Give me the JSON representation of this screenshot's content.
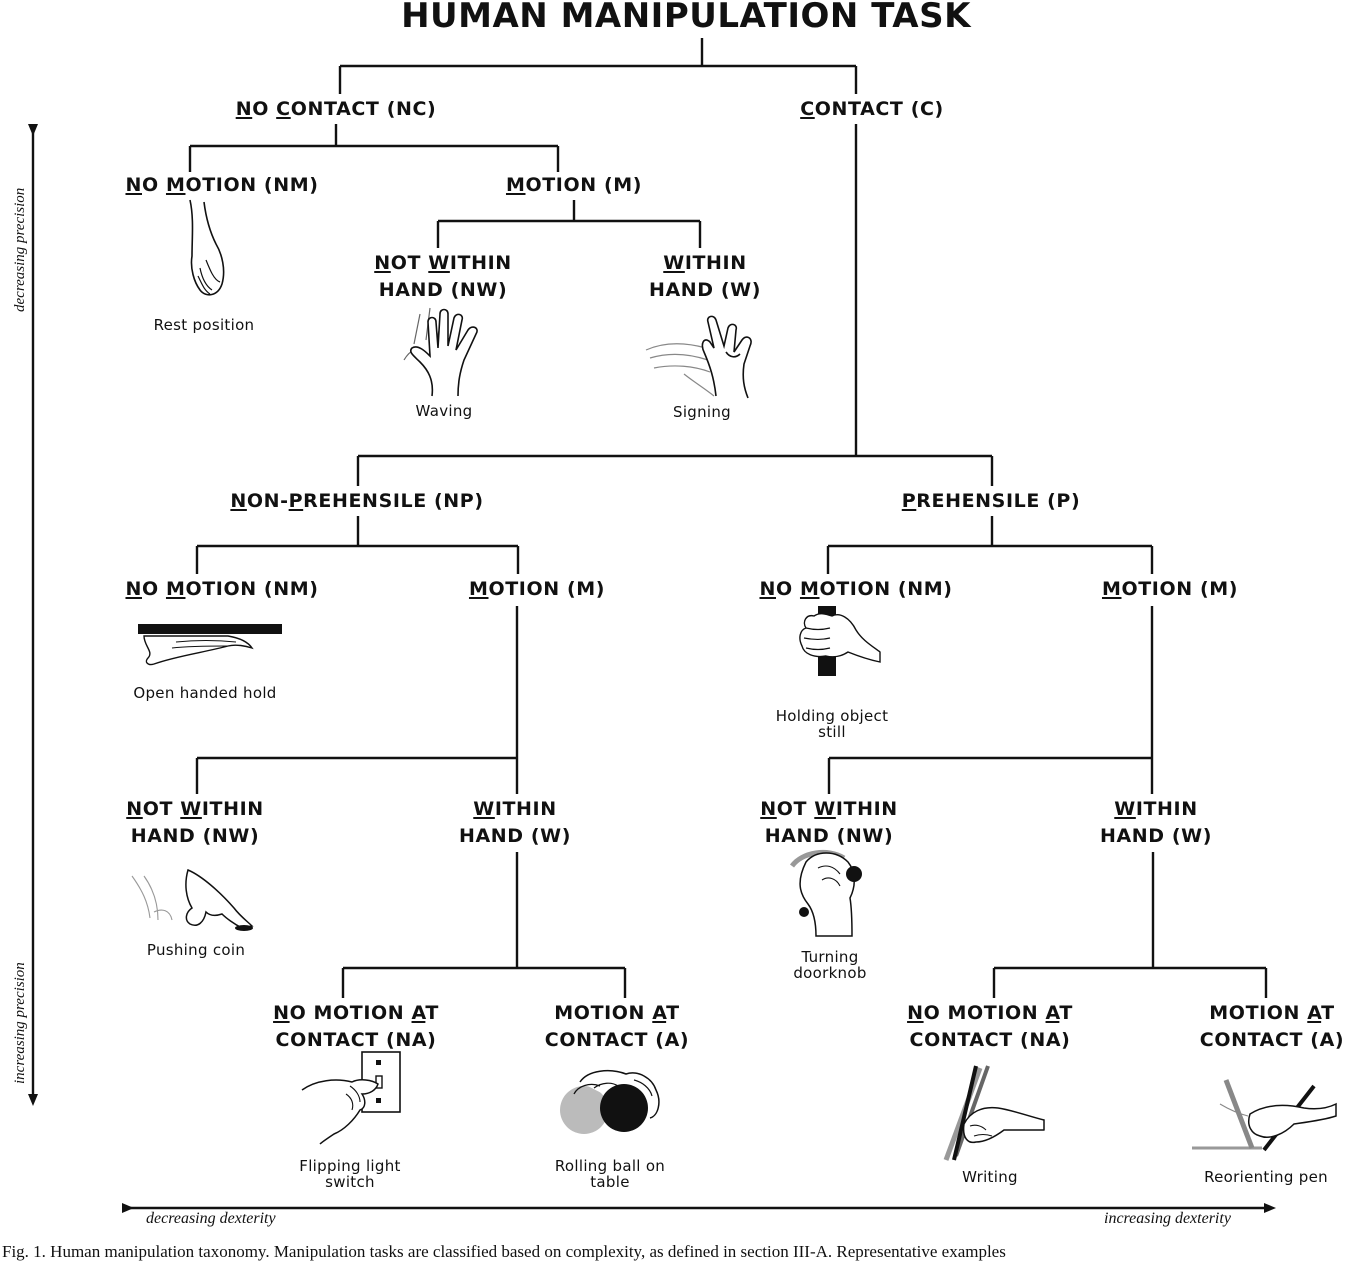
{
  "title": "HUMAN MANIPULATION TASK",
  "nodes": [
    {
      "id": "nc",
      "lines": [
        [
          "N",
          "O ",
          "C",
          "ONTACT (NC)"
        ]
      ]
    },
    {
      "id": "c",
      "lines": [
        [
          "C",
          "ONTACT (C)"
        ]
      ]
    },
    {
      "id": "nc-nm",
      "lines": [
        [
          "N",
          "O ",
          "M",
          "OTION (NM)"
        ]
      ]
    },
    {
      "id": "nc-m",
      "lines": [
        [
          "M",
          "OTION (M)"
        ]
      ]
    },
    {
      "id": "nc-m-nw",
      "lines": [
        [
          "N",
          "OT ",
          "W",
          "ITHIN"
        ],
        [
          "",
          "HAND (NW)"
        ]
      ]
    },
    {
      "id": "nc-m-w",
      "lines": [
        [
          "W",
          "ITHIN"
        ],
        [
          "",
          "HAND (W)"
        ]
      ]
    },
    {
      "id": "np",
      "lines": [
        [
          "N",
          "ON-",
          "P",
          "REHENSILE (NP)"
        ]
      ]
    },
    {
      "id": "p",
      "lines": [
        [
          "P",
          "REHENSILE (P)"
        ]
      ]
    },
    {
      "id": "np-nm",
      "lines": [
        [
          "N",
          "O ",
          "M",
          "OTION (NM)"
        ]
      ]
    },
    {
      "id": "np-m",
      "lines": [
        [
          "M",
          "OTION (M)"
        ]
      ]
    },
    {
      "id": "p-nm",
      "lines": [
        [
          "N",
          "O ",
          "M",
          "OTION (NM)"
        ]
      ]
    },
    {
      "id": "p-m",
      "lines": [
        [
          "M",
          "OTION (M)"
        ]
      ]
    },
    {
      "id": "np-m-nw",
      "lines": [
        [
          "N",
          "OT ",
          "W",
          "ITHIN"
        ],
        [
          "",
          "HAND (NW)"
        ]
      ]
    },
    {
      "id": "np-m-w",
      "lines": [
        [
          "W",
          "ITHIN"
        ],
        [
          "",
          "HAND (W)"
        ]
      ]
    },
    {
      "id": "p-m-nw",
      "lines": [
        [
          "N",
          "OT ",
          "W",
          "ITHIN"
        ],
        [
          "",
          "HAND (NW)"
        ]
      ]
    },
    {
      "id": "p-m-w",
      "lines": [
        [
          "W",
          "ITHIN"
        ],
        [
          "",
          "HAND (W)"
        ]
      ]
    },
    {
      "id": "np-na",
      "lines": [
        [
          "N",
          "O MOTION ",
          "A",
          "T"
        ],
        [
          "",
          "CONTACT (NA)"
        ]
      ]
    },
    {
      "id": "np-a",
      "lines": [
        [
          "",
          "MOTION ",
          "A",
          "T"
        ],
        [
          "",
          "CONTACT (A)"
        ]
      ]
    },
    {
      "id": "p-na",
      "lines": [
        [
          "N",
          "O MOTION ",
          "A",
          "T"
        ],
        [
          "",
          "CONTACT (NA)"
        ]
      ]
    },
    {
      "id": "p-a",
      "lines": [
        [
          "",
          "MOTION ",
          "A",
          "T"
        ],
        [
          "",
          "CONTACT (A)"
        ]
      ]
    }
  ],
  "examples": [
    {
      "id": "rest",
      "icon": "resting-hand-icon",
      "caption": "Rest position"
    },
    {
      "id": "waving",
      "icon": "waving-hand-icon",
      "caption": "Waving"
    },
    {
      "id": "signing",
      "icon": "signing-hand-icon",
      "caption": "Signing"
    },
    {
      "id": "open-hold",
      "icon": "open-handed-hold-icon",
      "caption": "Open handed hold"
    },
    {
      "id": "holding",
      "icon": "holding-object-icon",
      "caption": "Holding object still"
    },
    {
      "id": "coin",
      "icon": "pushing-coin-icon",
      "caption": "Pushing coin"
    },
    {
      "id": "doorknob",
      "icon": "turning-doorknob-icon",
      "caption": "Turning doorknob"
    },
    {
      "id": "switch",
      "icon": "light-switch-icon",
      "caption": "Flipping light switch"
    },
    {
      "id": "ball",
      "icon": "rolling-ball-icon",
      "caption": "Rolling ball on table"
    },
    {
      "id": "writing",
      "icon": "writing-hand-icon",
      "caption": "Writing"
    },
    {
      "id": "pen",
      "icon": "reorienting-pen-icon",
      "caption": "Reorienting pen"
    }
  ],
  "axes": {
    "precision_top": "decreasing precision",
    "precision_bottom": "increasing precision",
    "dexterity_left": "decreasing dexterity",
    "dexterity_right": "increasing dexterity"
  },
  "caption": "Fig. 1.  Human manipulation taxonomy. Manipulation tasks are classified based on complexity, as defined in section III-A. Representative examples"
}
